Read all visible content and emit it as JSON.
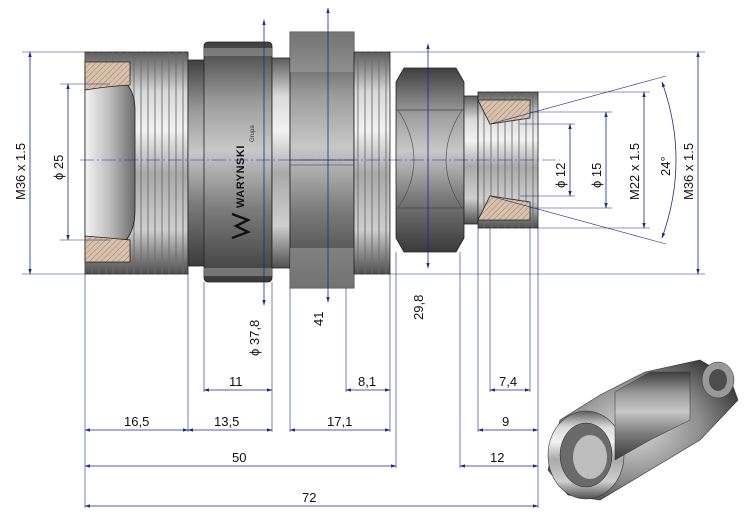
{
  "brand": {
    "name": "WARYNSKI",
    "sub": "Grupa"
  },
  "dimensions": {
    "thread_left": "M36 x 1.5",
    "bore_left": "ϕ 25",
    "collar_dia": "ϕ 37,8",
    "hex_big": "41",
    "hex_small": "29,8",
    "bore_12": "ϕ 12",
    "bore_15": "ϕ 15",
    "thread_m22": "M22 x 1.5",
    "cone_angle": "24°",
    "thread_right": "M36 x 1.5",
    "len_11": "11",
    "len_8_1": "8,1",
    "len_7_4": "7,4",
    "len_16_5": "16,5",
    "len_13_5": "13,5",
    "len_17_1": "17,1",
    "len_9": "9",
    "len_50": "50",
    "len_12": "12",
    "len_72": "72"
  },
  "colors": {
    "dimension_line": "#1a2a8c",
    "steel_light": "#e6e6e6",
    "steel_dark": "#6e6e6e",
    "hatch": "#c4a488"
  }
}
